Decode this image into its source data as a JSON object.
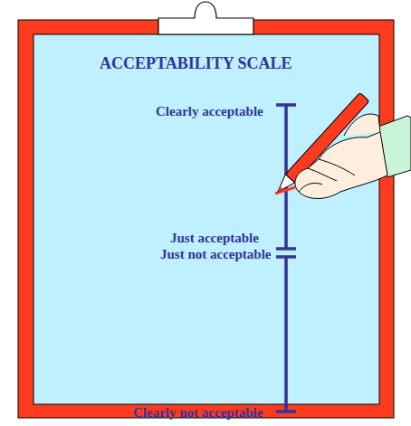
{
  "diagram": {
    "title": "ACCEPTABILITY SCALE",
    "labels": [
      "Clearly acceptable",
      "Just acceptable",
      "Just not acceptable",
      "Clearly not acceptable"
    ]
  }
}
